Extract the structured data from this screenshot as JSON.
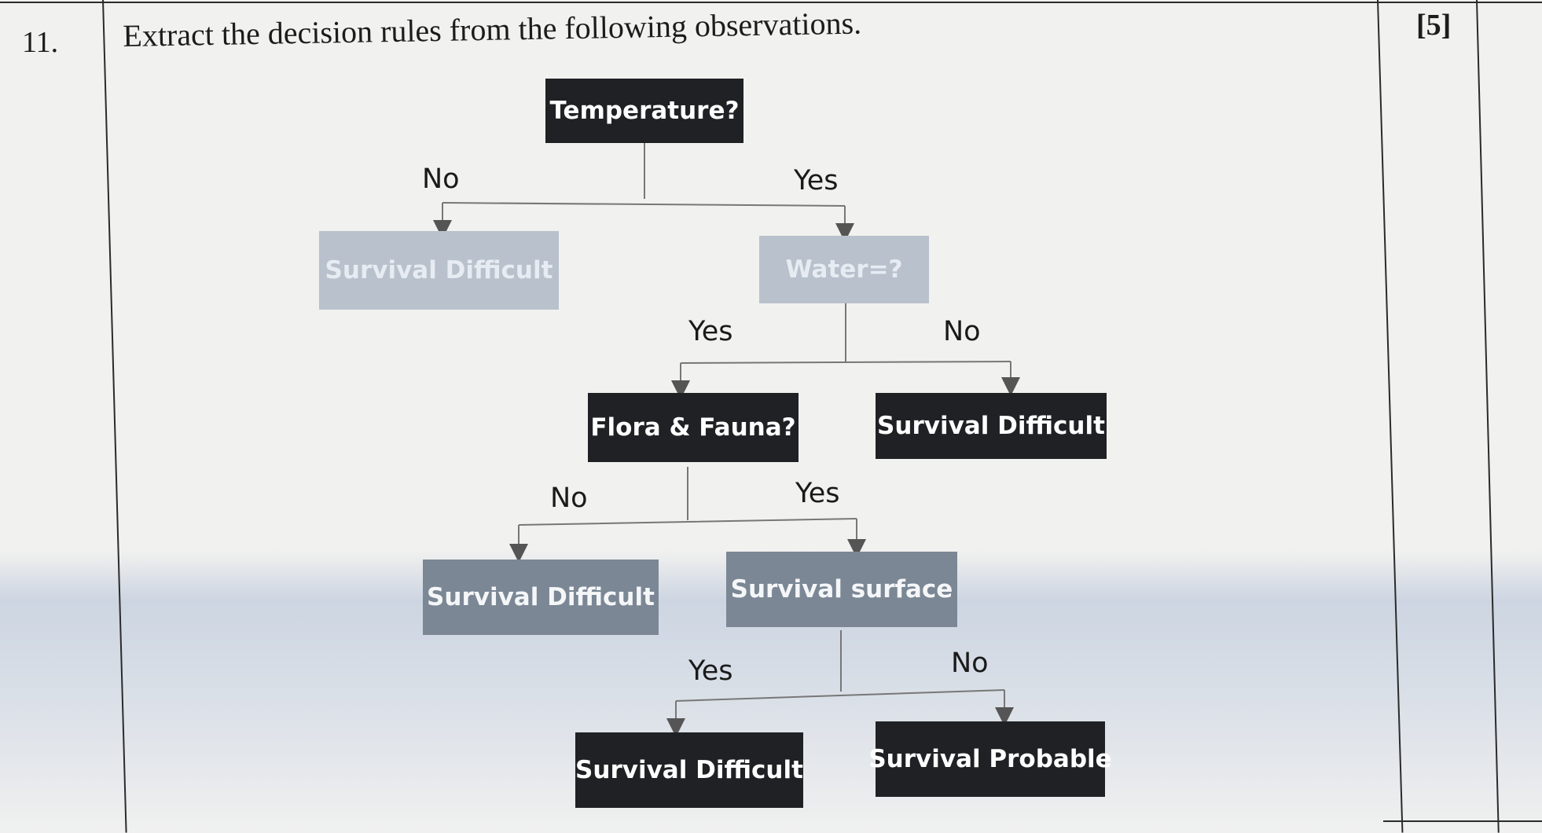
{
  "question": {
    "number": "11.",
    "text": "Extract the decision rules from the following observations.",
    "marks": "[5]"
  },
  "tree": {
    "root": "Temperature?",
    "root_no": "No",
    "root_yes": "Yes",
    "leaf_temperature_no": "Survival Difficult",
    "water": "Water=?",
    "water_yes": "Yes",
    "water_no": "No",
    "flora": "Flora & Fauna?",
    "leaf_water_no": "Survival Difficult",
    "flora_no": "No",
    "flora_yes": "Yes",
    "leaf_flora_no": "Survival Difficult",
    "surface": "Survival surface",
    "surface_yes": "Yes",
    "surface_no": "No",
    "leaf_surface_yes": "Survival Difficult",
    "leaf_surface_no": "Survival Probable"
  }
}
